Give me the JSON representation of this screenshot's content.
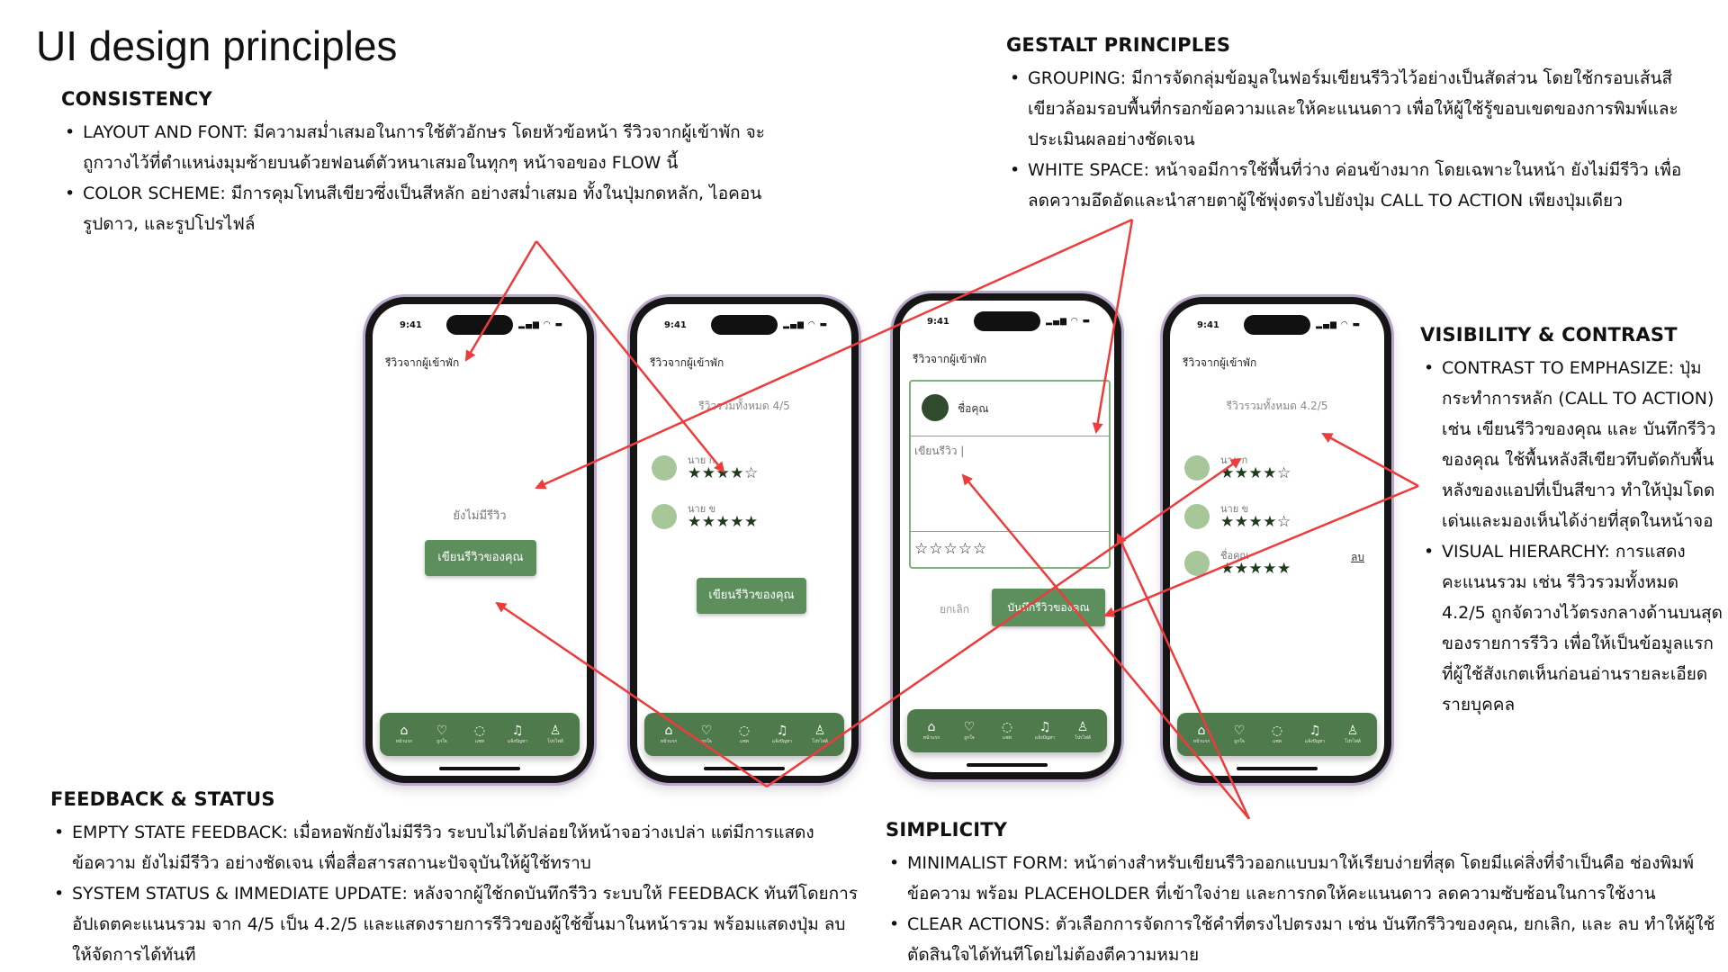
{
  "page": {
    "title": "UI design principles"
  },
  "colors": {
    "accent_green": "#5c8f5b",
    "nav_green": "#4f7a4b",
    "annotation_red": "#ee3b3b"
  },
  "sections": {
    "consistency": {
      "heading": "CONSISTENCY",
      "items": [
        {
          "term": "LAYOUT AND FONT:",
          "text": " มีความสม่ำเสมอในการใช้ตัวอักษร โดยหัวข้อหน้า รีวิวจากผู้เข้าพัก จะถูกวางไว้ที่ตำแหน่งมุมซ้ายบนด้วยฟอนต์ตัวหนาเสมอในทุกๆ หน้าจอของ FLOW นี้"
        },
        {
          "term": "COLOR SCHEME:",
          "text": " มีการคุมโทนสีเขียวซึ่งเป็นสีหลัก อย่างสม่ำเสมอ ทั้งในปุ่มกดหลัก, ไอคอนรูปดาว, และรูปโปรไฟล์"
        }
      ]
    },
    "gestalt": {
      "heading": "GESTALT PRINCIPLES",
      "items": [
        {
          "term": "GROUPING:",
          "text": " มีการจัดกลุ่มข้อมูลในฟอร์มเขียนรีวิวไว้อย่างเป็นสัดส่วน โดยใช้กรอบเส้นสีเขียวล้อมรอบพื้นที่กรอกข้อความและให้คะแนนดาว เพื่อให้ผู้ใช้รู้ขอบเขตของการพิมพ์และประเมินผลอย่างชัดเจน"
        },
        {
          "term": "WHITE SPACE:",
          "text": " หน้าจอมีการใช้พื้นที่ว่าง ค่อนข้างมาก โดยเฉพาะในหน้า ยังไม่มีรีวิว เพื่อลดความอึดอัดและนำสายตาผู้ใช้พุ่งตรงไปยังปุ่ม CALL TO ACTION เพียงปุ่มเดียว"
        }
      ]
    },
    "visibility": {
      "heading": "VISIBILITY & CONTRAST",
      "items": [
        {
          "term": "CONTRAST TO EMPHASIZE:",
          "text": " ปุ่มกระทำการหลัก (CALL TO ACTION) เช่น เขียนรีวิวของคุณ และ บันทึกรีวิวของคุณ ใช้พื้นหลังสีเขียวทึบตัดกับพื้นหลังของแอปที่เป็นสีขาว ทำให้ปุ่มโดดเด่นและมองเห็นได้ง่ายที่สุดในหน้าจอ"
        },
        {
          "term": "VISUAL HIERARCHY:",
          "text": " การแสดงคะแนนรวม เช่น รีวิวรวมทั้งหมด 4.2/5 ถูกจัดวางไว้ตรงกลางด้านบนสุดของรายการรีวิว เพื่อให้เป็นข้อมูลแรกที่ผู้ใช้สังเกตเห็นก่อนอ่านรายละเอียดรายบุคคล"
        }
      ]
    },
    "feedback": {
      "heading": "FEEDBACK & STATUS",
      "items": [
        {
          "term": "EMPTY STATE FEEDBACK:",
          "text": " เมื่อหอพักยังไม่มีรีวิว ระบบไม่ได้ปล่อยให้หน้าจอว่างเปล่า แต่มีการแสดงข้อความ ยังไม่มีรีวิว อย่างชัดเจน เพื่อสื่อสารสถานะปัจจุบันให้ผู้ใช้ทราบ"
        },
        {
          "term": "SYSTEM STATUS & IMMEDIATE UPDATE:",
          "text": " หลังจากผู้ใช้กดบันทึกรีวิว ระบบให้ FEEDBACK ทันทีโดยการอัปเดตคะแนนรวม จาก 4/5 เป็น 4.2/5 และแสดงรายการรีวิวของผู้ใช้ขึ้นมาในหน้ารวม พร้อมแสดงปุ่ม ลบ ให้จัดการได้ทันที"
        }
      ]
    },
    "simplicity": {
      "heading": "SIMPLICITY",
      "items": [
        {
          "term": "MINIMALIST FORM:",
          "text": " หน้าต่างสำหรับเขียนรีวิวออกแบบมาให้เรียบง่ายที่สุด โดยมีแค่สิ่งที่จำเป็นคือ ช่องพิมพ์ข้อความ พร้อม PLACEHOLDER ที่เข้าใจง่าย และการกดให้คะแนนดาว ลดความซับซ้อนในการใช้งาน"
        },
        {
          "term": "CLEAR ACTIONS:",
          "text": " ตัวเลือกการจัดการใช้คำที่ตรงไปตรงมา เช่น บันทึกรีวิวของคุณ, ยกเลิก, และ ลบ ทำให้ผู้ใช้ตัดสินใจได้ทันทีโดยไม่ต้องตีความหมาย"
        }
      ]
    }
  },
  "phones": {
    "status_time": "9:41",
    "status_icons": "▂▄▆ ◠ ▬",
    "header": "รีวิวจากผู้เข้าพัก",
    "nav": [
      {
        "icon": "⌂",
        "label": "หน้าแรก",
        "icon_name": "home-icon"
      },
      {
        "icon": "♡",
        "label": "ถูกใจ",
        "icon_name": "heart-icon"
      },
      {
        "icon": "◌",
        "label": "แชท",
        "icon_name": "chat-icon"
      },
      {
        "icon": "♫",
        "label": "แจ้งปัญหา",
        "icon_name": "headset-icon"
      },
      {
        "icon": "♙",
        "label": "โปรไฟล์",
        "icon_name": "profile-icon"
      }
    ],
    "p1": {
      "empty_text": "ยังไม่มีรีวิว",
      "write_button": "เขียนรีวิวของคุณ"
    },
    "p2": {
      "summary": "รีวิวรวมทั้งหมด 4/5",
      "reviews": [
        {
          "name": "นาย ก",
          "stars": "★★★★☆"
        },
        {
          "name": "นาย ข",
          "stars": "★★★★★"
        }
      ],
      "write_button": "เขียนรีวิวของคุณ"
    },
    "p3": {
      "user_name": "ชื่อคุณ",
      "placeholder": "เขียนรีวิว |",
      "stars": "☆☆☆☆☆",
      "cancel": "ยกเลิก",
      "save": "บันทึกรีวิวของคุณ"
    },
    "p4": {
      "summary": "รีวิวรวมทั้งหมด 4.2/5",
      "reviews": [
        {
          "name": "นาย ก",
          "stars": "★★★★☆"
        },
        {
          "name": "นาย ข",
          "stars": "★★★★☆"
        },
        {
          "name": "ชื่อคุณ",
          "stars": "★★★★★"
        }
      ],
      "delete": "ลบ"
    }
  }
}
